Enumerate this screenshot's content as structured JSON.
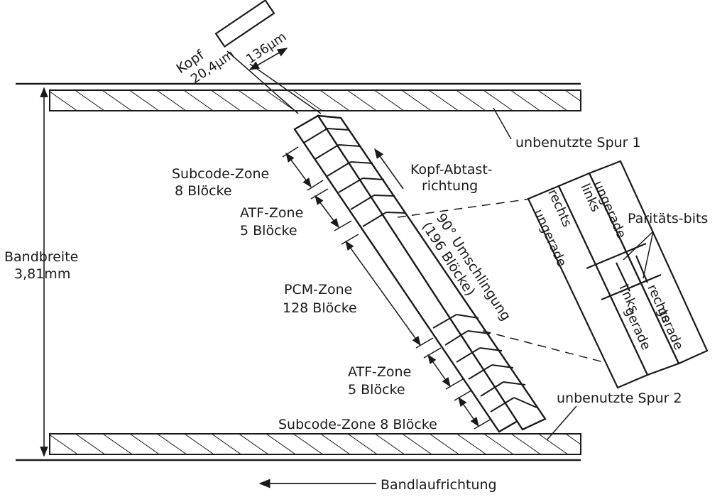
{
  "labels": {
    "head": "Kopf",
    "head_width": "20,4µm",
    "track_pitch": "136µm",
    "unused_track_1": "unbenutzte Spur 1",
    "unused_track_2": "unbenutzte Spur 2",
    "subcode_zone_top": "Subcode-Zone",
    "subcode_blocks_top": "8 Blöcke",
    "atf_zone_top": "ATF-Zone",
    "atf_blocks_top": "5 Blöcke",
    "pcm_zone": "PCM-Zone",
    "pcm_blocks": "128 Blöcke",
    "atf_zone_bottom": "ATF-Zone",
    "atf_blocks_bottom": "5 Blöcke",
    "subcode_zone_bottom": "Subcode-Zone  8 Blöcke",
    "scan_direction_1": "Kopf-Abtast-",
    "scan_direction_2": "richtung",
    "wrap_angle": "90° Umschlingung",
    "wrap_blocks": "(196 Blöcke)",
    "tape_width_1": "Bandbreite",
    "tape_width_2": "3,81mm",
    "parity_bits": "Paritäts-bits",
    "right_odd_1": "rechts",
    "right_odd_2": "ungerade",
    "left_odd_1": "links",
    "left_odd_2": "ungerade",
    "left_even_1": "links",
    "left_even_2": "gerade",
    "right_even_1": "rechts",
    "right_even_2": "gerade",
    "tape_direction": "Bandlaufrichtung"
  }
}
